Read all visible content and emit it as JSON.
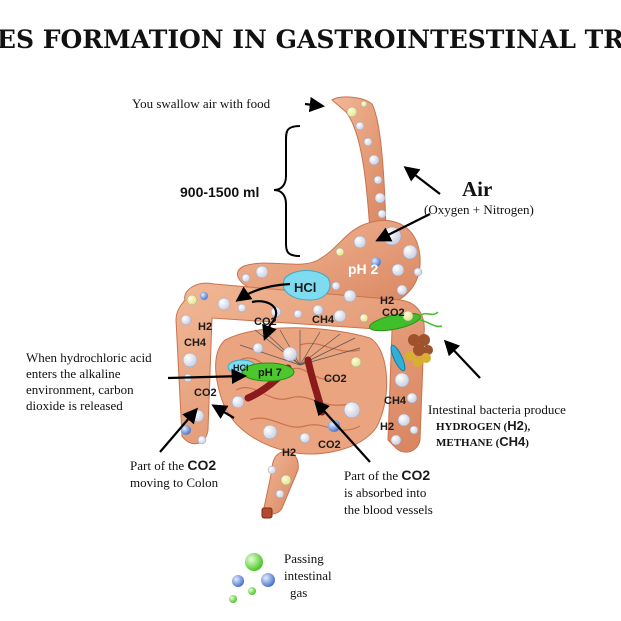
{
  "title": "GASES FORMATION IN GASTROINTESTINAL TRACT",
  "labels": {
    "swallow": "You swallow air with food",
    "volume": "900-1500 ml",
    "air": "Air",
    "air_sub": "(Oxygen + Nitrogen)",
    "ph2": "pH 2",
    "hcl_stomach": "HCl",
    "hcl_small": "HCl",
    "ph7": "pH 7",
    "hcl_note": [
      "When hydrochloric acid",
      "enters the alkaline",
      "environment, carbon",
      "dioxide is released"
    ],
    "bacteria_note": [
      "Intestinal bacteria produce",
      "HYDROGEN (",
      "H2",
      "),",
      "METHANE (",
      "CH4",
      ")"
    ],
    "colon_note": [
      "Part of the ",
      "CO2",
      "moving to Colon"
    ],
    "absorbed_note": [
      "Part of the ",
      "CO2",
      "is absorbed into",
      "the blood vessels"
    ],
    "passing_note": [
      "Passing",
      "intestinal",
      "gas"
    ]
  },
  "chem": {
    "co2": "CO2",
    "h2": "H2",
    "ch4": "CH4"
  },
  "colors": {
    "tissue": "#e9a07c",
    "tissue_dark": "#c9734f",
    "hcl": "#7fdcf0",
    "bacteria": "#3fbf2a",
    "blood": "#8b1a1a",
    "bubble": "#dfe3f0",
    "gas_green": "#8ef05a",
    "gas_blue": "#6e8fd8"
  }
}
